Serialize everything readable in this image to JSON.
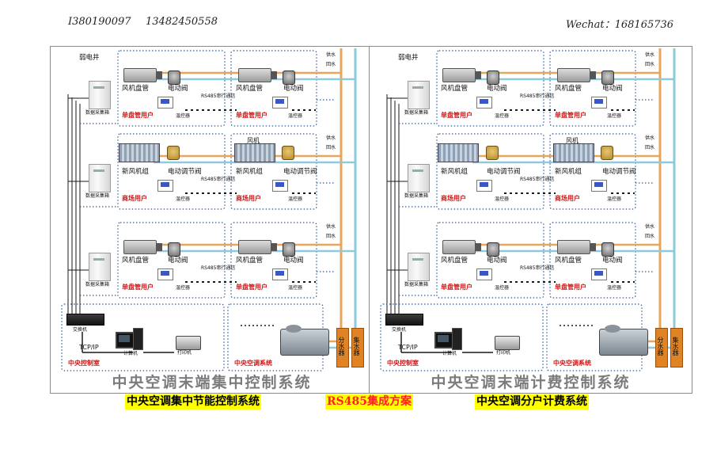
{
  "header": {
    "phone1": "I380190097",
    "phone2": "13482450558",
    "wechat": "Wechat：168165736"
  },
  "panels": [
    {
      "id": "left",
      "well_label": "弱电井",
      "collector_label": "数据采集箱",
      "supply_label": "供水",
      "return_label": "回水",
      "rs485_label": "RS485串行通信",
      "tstat_label": "温控器",
      "rows": [
        {
          "unit_a": "风机盘管",
          "unit_b": "风机盘管",
          "valve_a": "电动阀",
          "valve_b": "电动阀",
          "user": "单盘管用户"
        },
        {
          "unit_a": "新风机组",
          "unit_b": "新风机组",
          "valve_a": "电动调节阀",
          "valve_b": "电动调节阀",
          "user": "商场用户",
          "fan": "风机"
        },
        {
          "unit_a": "风机盘管",
          "unit_b": "风机盘管",
          "valve_a": "电动阀",
          "valve_b": "电动阀",
          "user": "单盘管用户"
        }
      ],
      "control_room": {
        "switch": "交换机",
        "tcpip": "TCP/IP",
        "computer": "计算机",
        "printer": "打印机",
        "room": "中央控制室"
      },
      "ac_system": "中央空调系统",
      "tank1": "分水器",
      "tank2": "集水器",
      "title": "中央空调末端集中控制系统"
    },
    {
      "id": "right",
      "well_label": "弱电井",
      "collector_label": "数据采集箱",
      "supply_label": "供水",
      "return_label": "回水",
      "rs485_label": "RS485串行通信",
      "tstat_label": "温控器",
      "rows": [
        {
          "unit_a": "风机盘管",
          "unit_b": "风机盘管",
          "valve_a": "电动阀",
          "valve_b": "电动阀",
          "user": "单盘管用户"
        },
        {
          "unit_a": "新风机组",
          "unit_b": "新风机组",
          "valve_a": "电动调节阀",
          "valve_b": "电动调节阀",
          "user": "商场用户",
          "fan": "风机"
        },
        {
          "unit_a": "风机盘管",
          "unit_b": "风机盘管",
          "valve_a": "电动阀",
          "valve_b": "电动阀",
          "user": "单盘管用户"
        }
      ],
      "control_room": {
        "switch": "交换机",
        "tcpip": "TCP/IP",
        "computer": "计算机",
        "printer": "打印机",
        "room": "中央控制室"
      },
      "ac_system": "中央空调系统",
      "tank1": "分水器",
      "tank2": "集水器",
      "title": "中央空调末端计费控制系统"
    }
  ],
  "captions": {
    "left": "中央空调集中节能控制系统",
    "center": "RS485集成方案",
    "right": "中央空调分户计费系统"
  },
  "colors": {
    "supply_pipe": "#e8a65a",
    "return_pipe": "#8ec9dc",
    "dotted_border": "#2f5a9a",
    "signal_line": "#1a1a1a",
    "user_label": "#d21414",
    "caption_bg": "#ffff00",
    "center_caption": "#ff2020"
  }
}
